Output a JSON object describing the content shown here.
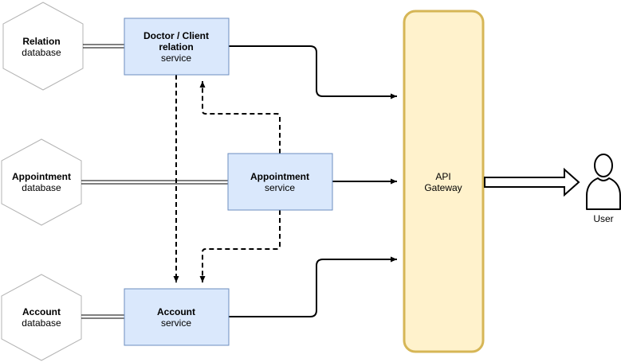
{
  "databases": [
    {
      "id": "relation-db",
      "name": "Relation",
      "sub": "database"
    },
    {
      "id": "appointment-db",
      "name": "Appointment",
      "sub": "database"
    },
    {
      "id": "account-db",
      "name": "Account",
      "sub": "database"
    }
  ],
  "services": [
    {
      "id": "doctor-client-service",
      "line1": "Doctor / Client",
      "line2": "relation",
      "sub": "service"
    },
    {
      "id": "appointment-service",
      "line1": "Appointment",
      "sub": "service"
    },
    {
      "id": "account-service",
      "line1": "Account",
      "sub": "service"
    }
  ],
  "gateway": {
    "line1": "API",
    "line2": "Gateway"
  },
  "user": {
    "label": "User"
  },
  "colors": {
    "service_fill": "#dae8fc",
    "service_stroke": "#6c8ebf",
    "gateway_fill": "#fff2cc",
    "gateway_stroke": "#d6b656",
    "db_stroke": "#b3b3b3",
    "edge": "#000000"
  }
}
